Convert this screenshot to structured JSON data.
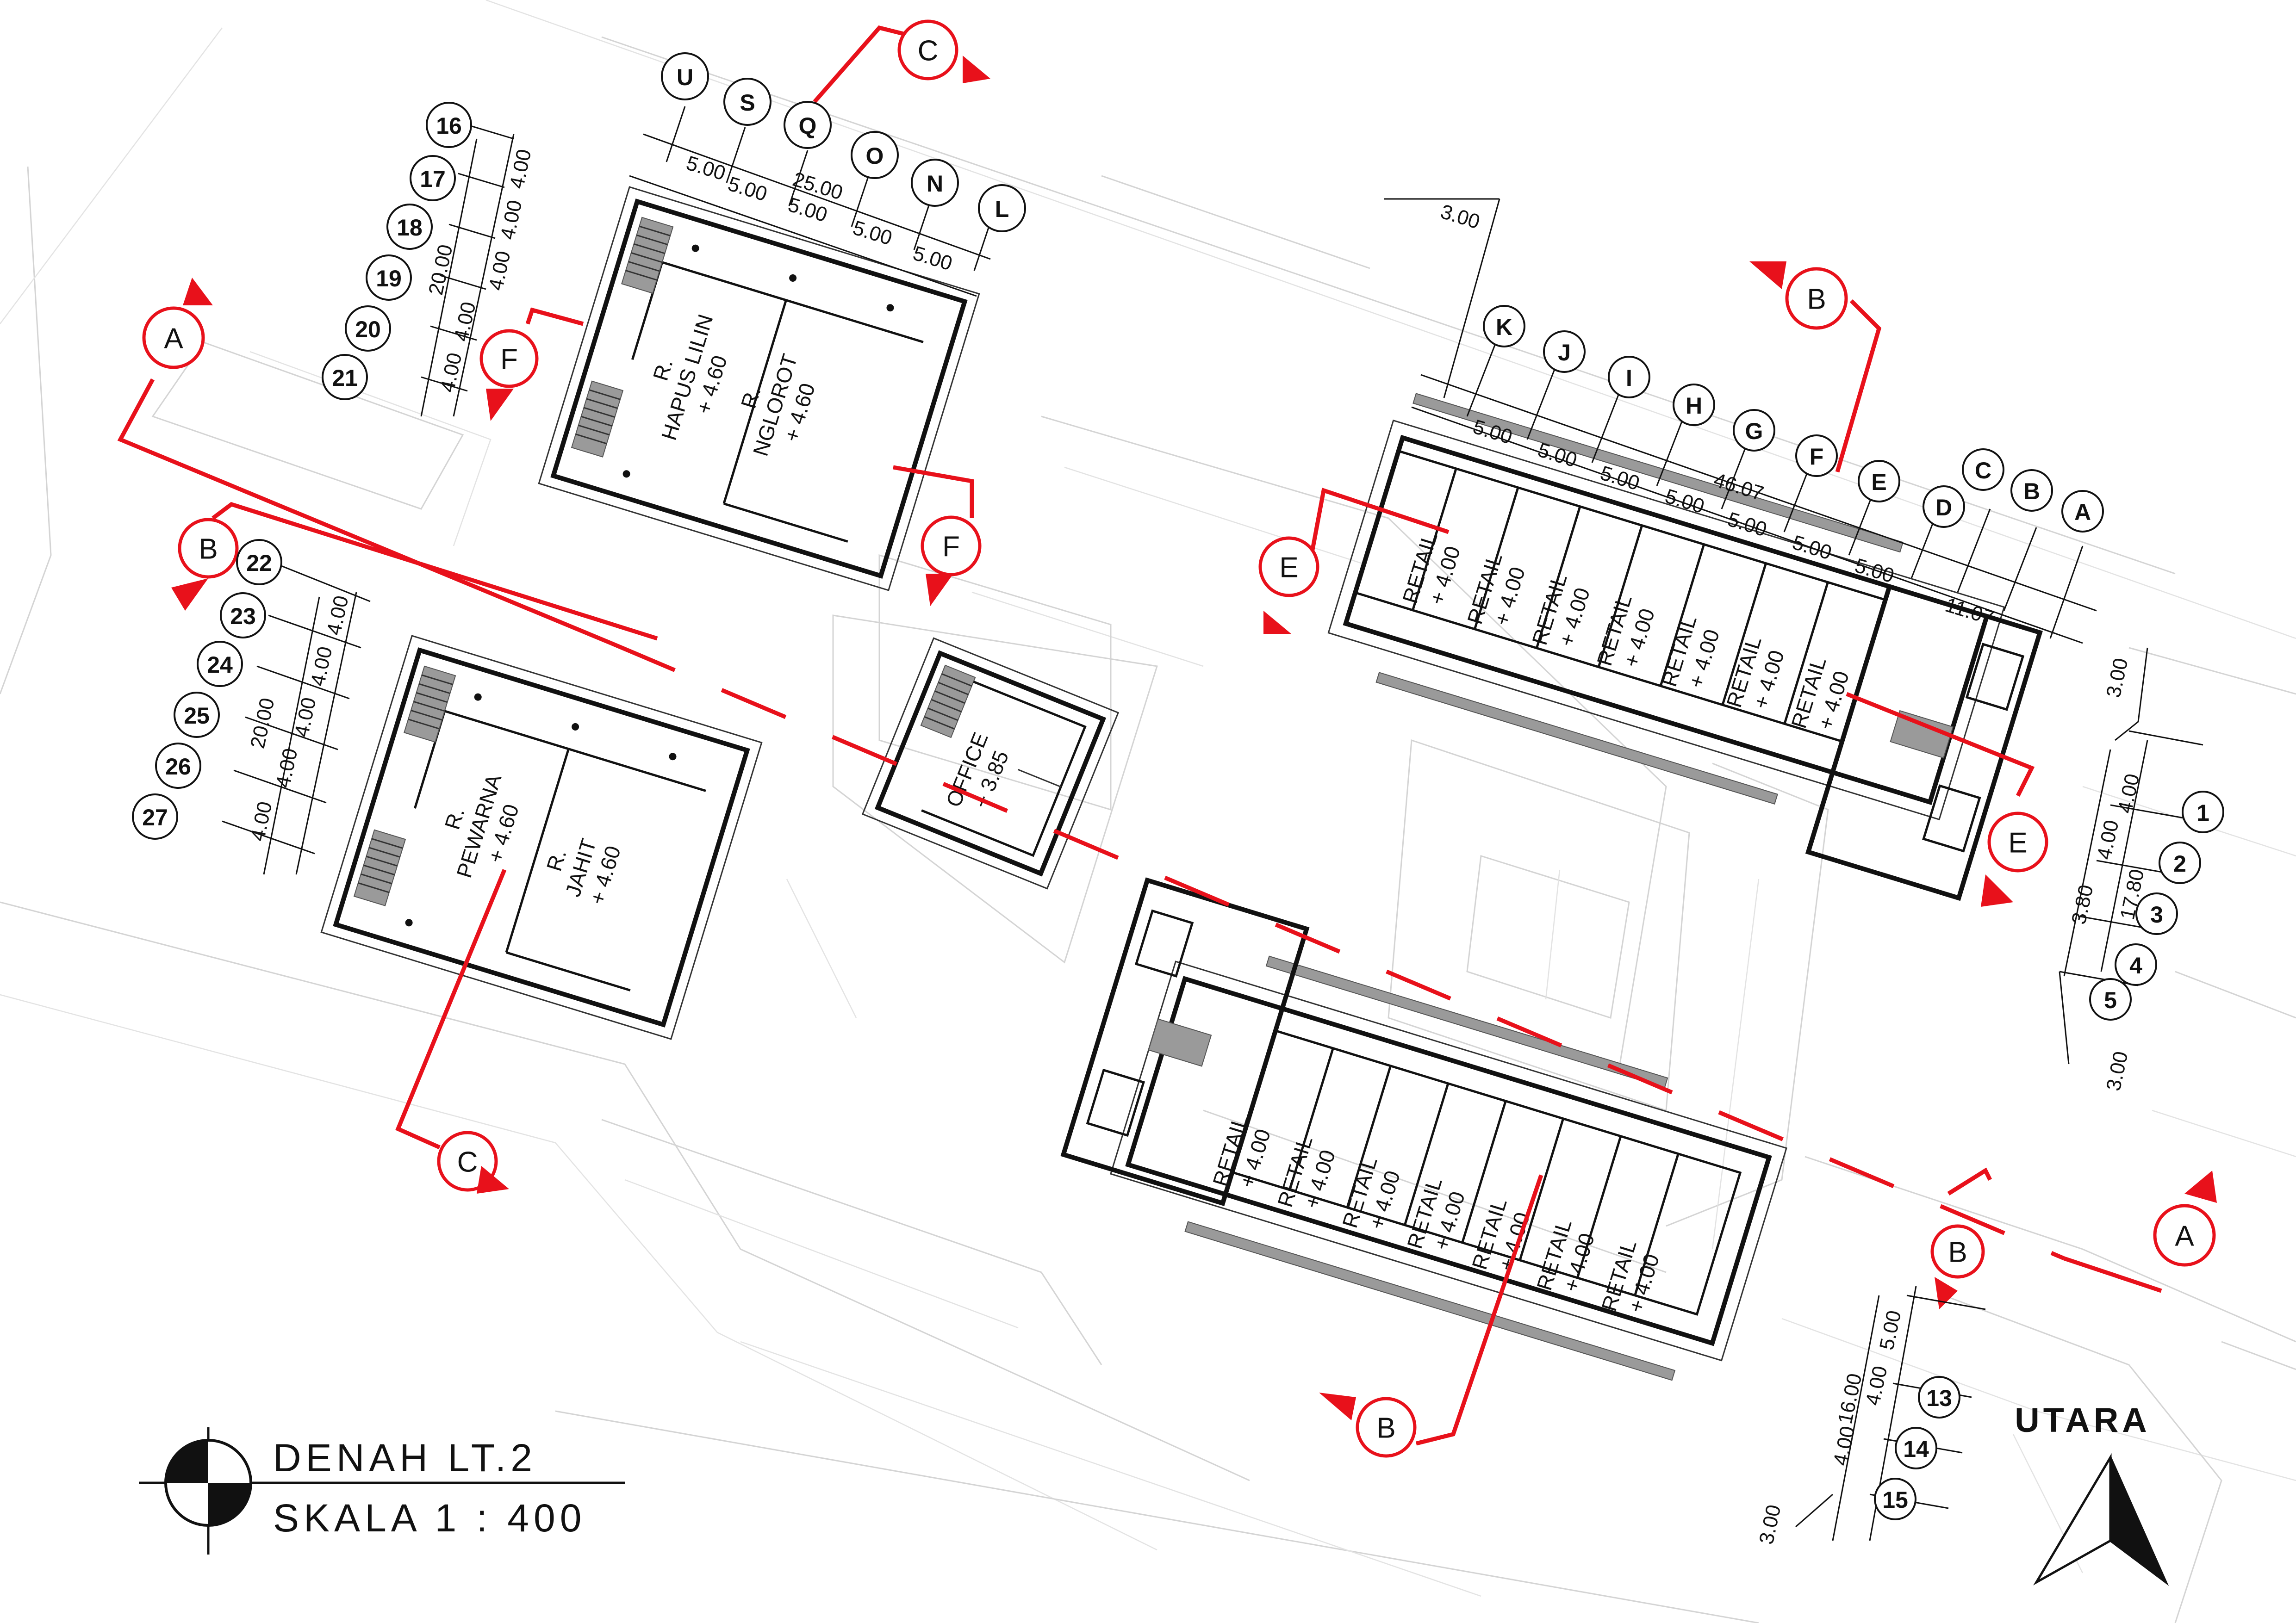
{
  "drawing": {
    "title": "DENAH LT.2",
    "scale": "SKALA 1 : 400",
    "north": "UTARA"
  },
  "rooms": {
    "hapus_lilin": [
      "R.",
      "HAPUS LILIN",
      "+ 4.60"
    ],
    "nglorot": [
      "R.",
      "NGLOROT",
      "+ 4.60"
    ],
    "pewarna": [
      "R.",
      "PEWARNA",
      "+ 4.60"
    ],
    "jahit": [
      "R.",
      "JAHIT",
      "+ 4.60"
    ],
    "office": [
      "OFFICE",
      "+ 3.85"
    ],
    "retail_label": "RETAIL",
    "retail_level": "+ 4.00"
  },
  "sections": {
    "a": "A",
    "b": "B",
    "c": "C",
    "e": "E",
    "f": "F"
  },
  "grid": {
    "ne_columns": [
      "U",
      "S",
      "Q",
      "O",
      "N",
      "L"
    ],
    "ne_spacings": [
      "5.00",
      "5.00",
      "5.00",
      "5.00",
      "5.00"
    ],
    "ne_total": "25.00",
    "nw_rows": [
      "16",
      "17",
      "18",
      "19",
      "20",
      "21"
    ],
    "nw_spacings": [
      "4.00",
      "4.00",
      "4.00",
      "4.00",
      "4.00"
    ],
    "nw_total": "20.00",
    "sw_rows": [
      "22",
      "23",
      "24",
      "25",
      "26",
      "27"
    ],
    "sw_spacings": [
      "4.00",
      "4.00",
      "4.00",
      "4.00",
      "4.00"
    ],
    "sw_total": "20.00",
    "east_columns": [
      "K",
      "J",
      "I",
      "H",
      "G",
      "F",
      "E",
      "D",
      "C",
      "B",
      "A"
    ],
    "east_spacings": [
      "5.00",
      "5.00",
      "5.00",
      "5.00",
      "5.00",
      "5.00",
      "5.00"
    ],
    "east_last": "11.07",
    "east_total": "46.07",
    "east_offset": "3.00",
    "e_rows": [
      "1",
      "2",
      "3",
      "4",
      "5"
    ],
    "e_spacings": [
      "4.00",
      "4.00",
      "3.80"
    ],
    "e_total": "17.80",
    "e_offset_top": "3.00",
    "e_offset_bottom": "3.00",
    "se_rows": [
      "13",
      "14",
      "15"
    ],
    "se_spacings": [
      "5.00",
      "4.00",
      "4.00"
    ],
    "se_total": "16.00",
    "se_offset": "3.00"
  }
}
